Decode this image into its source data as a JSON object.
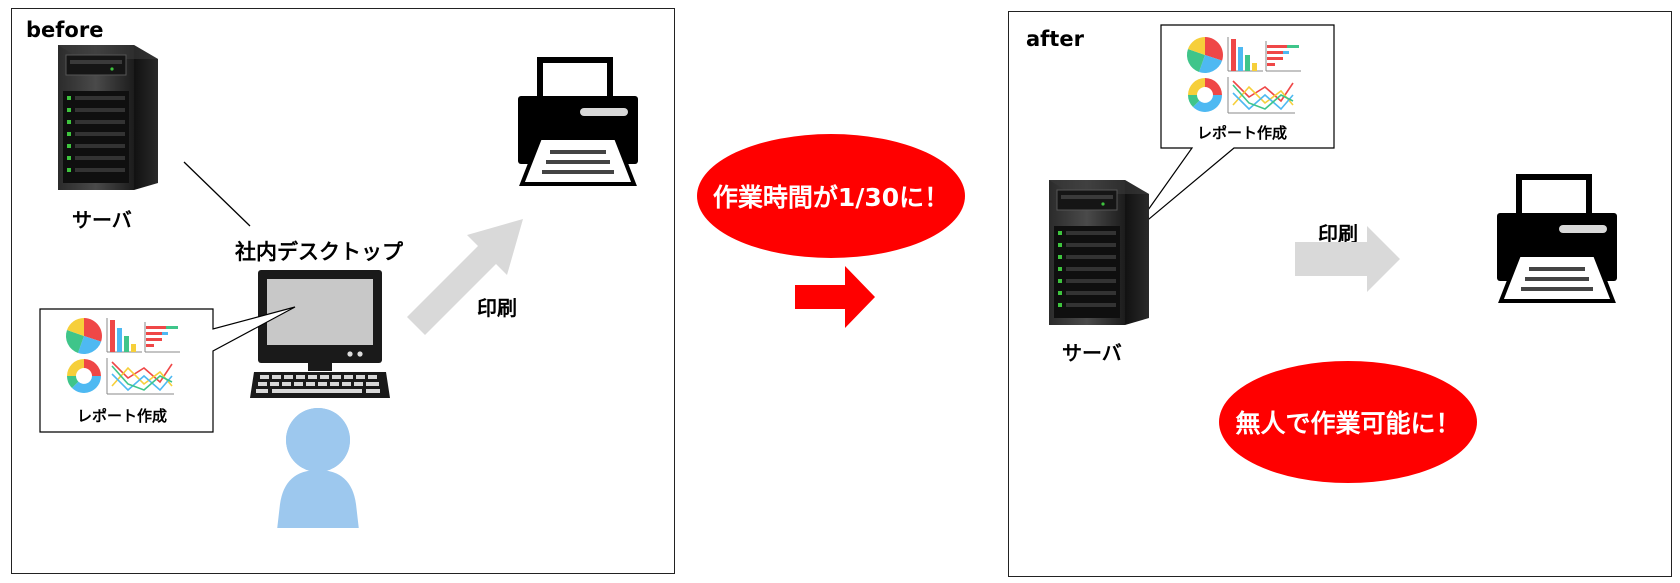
{
  "before": {
    "label": "before",
    "server_label": "サーバ",
    "desktop_label": "社内デスクトップ",
    "print_label": "印刷",
    "report_label": "レポート作成"
  },
  "after": {
    "label": "after",
    "server_label": "サーバ",
    "print_label": "印刷",
    "report_label": "レポート作成",
    "unattended_text": "無人で作業可能に！"
  },
  "middle": {
    "time_text": "作業時間が1/30に！"
  },
  "colors": {
    "accent_red": "#ff0000",
    "arrow_gray": "#d9d9d9",
    "person_blue": "#9dc8ee",
    "monitor_screen": "#c8c8c8",
    "server_dark": "#1a1a1a",
    "led_green": "#3ec43e"
  }
}
